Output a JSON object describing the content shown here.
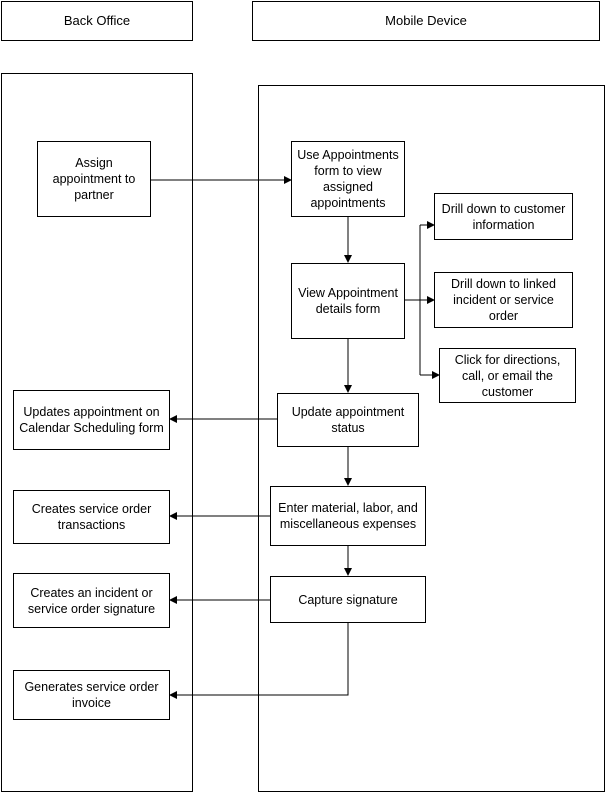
{
  "lanes": {
    "back_office": "Back Office",
    "mobile_device": "Mobile Device"
  },
  "mobile": {
    "use_appointments_form": "Use Appointments form to view assigned appointments",
    "view_appointment_details": "View Appointment details form",
    "update_status": "Update appointment status",
    "enter_expenses": "Enter material, labor, and miscellaneous expenses",
    "capture_signature": "Capture signature",
    "drill_customer": "Drill down to customer information",
    "drill_incident": "Drill down to linked incident or service order",
    "click_directions": "Click for directions, call, or email the customer"
  },
  "back_office": {
    "assign_appointment": "Assign appointment to partner",
    "updates_calendar": "Updates appointment on Calendar Scheduling form",
    "creates_transactions": "Creates service order transactions",
    "creates_signature": "Creates an incident or service order signature",
    "generates_invoice": "Generates service order invoice"
  }
}
